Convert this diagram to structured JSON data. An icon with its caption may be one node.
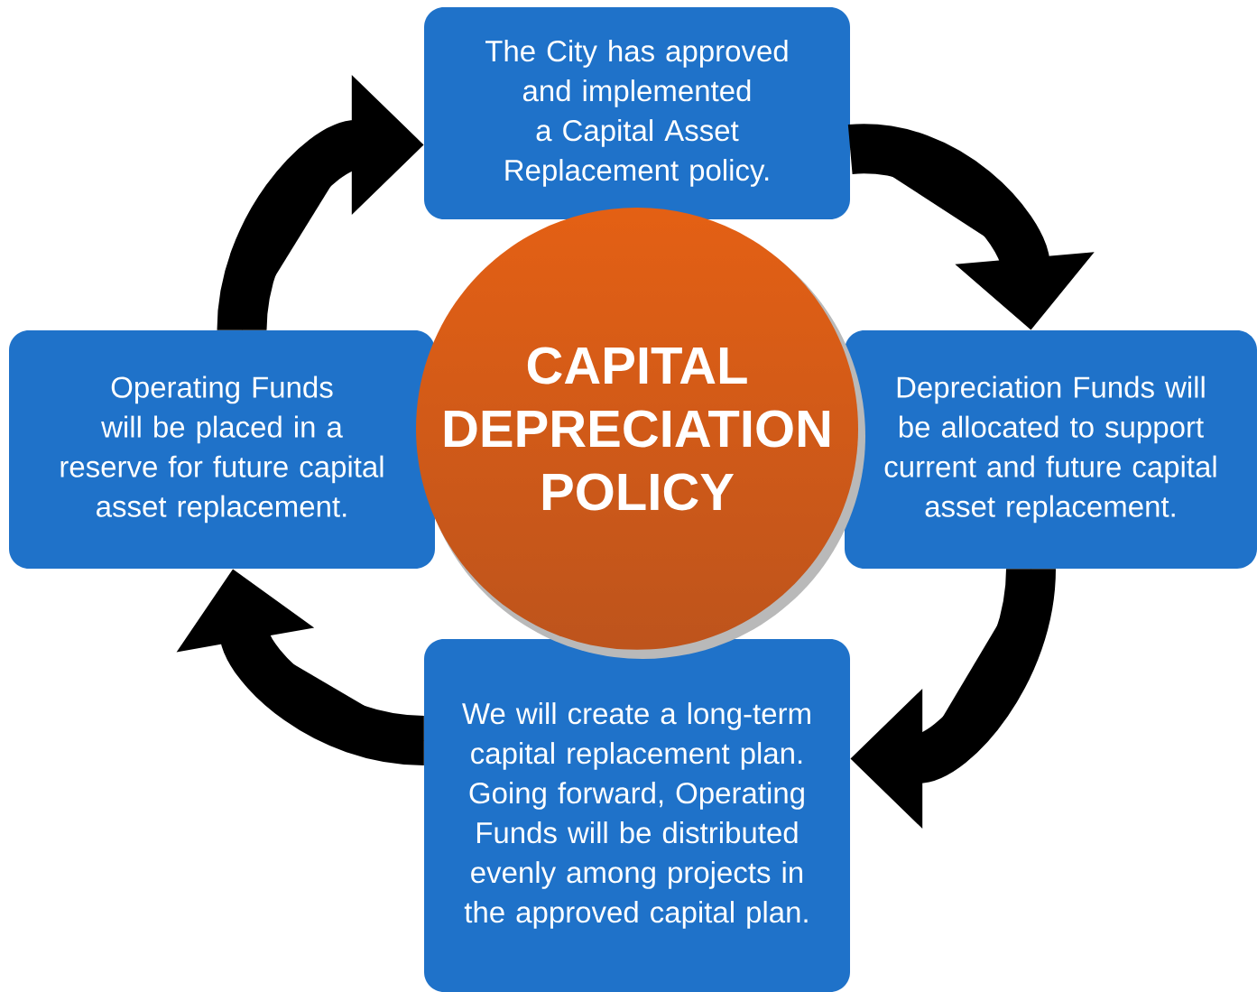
{
  "diagram": {
    "nodes": [
      {
        "text": [
          "The City has approved and implemented a Capital Asset Replacement policy."
        ]
      },
      {
        "text": [
          "Operating Funds will be placed in a reserve for future capital asset replacement."
        ]
      },
      {
        "text": [
          "CAPITAL DEPRECIATION POLICY"
        ]
      },
      {
        "text": [
          "Depreciation Funds will be allocated to support current and future capital asset replacement."
        ]
      },
      {
        "text": [
          "We will create a long-term capital replacement plan. Going forward, Operating Funds will be distributed evenly among projects in the approved capital plan."
        ]
      }
    ],
    "edges": [
      {
        "from": 0,
        "to": 3,
        "arrow": "to"
      },
      {
        "from": 3,
        "to": 4,
        "arrow": "to"
      },
      {
        "from": 4,
        "to": 1,
        "arrow": "to"
      },
      {
        "from": 1,
        "to": 0,
        "arrow": "to"
      }
    ]
  }
}
